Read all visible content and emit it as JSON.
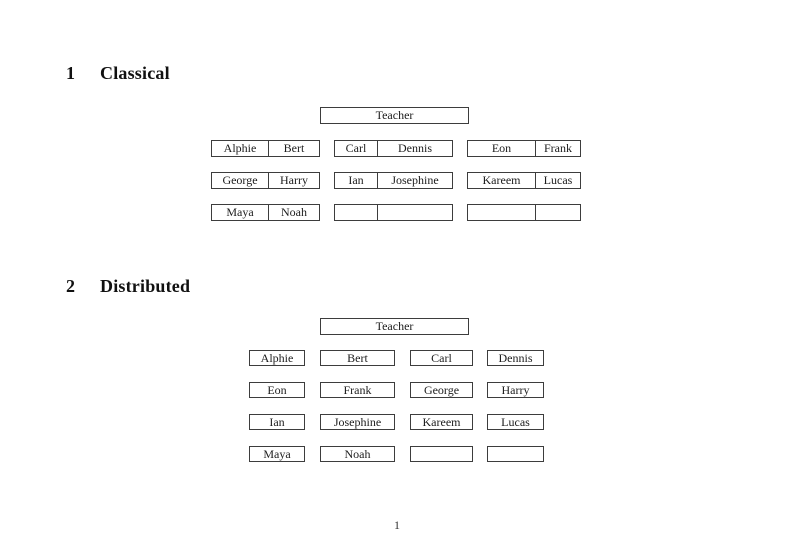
{
  "page": {
    "footer_page_number": "1"
  },
  "sections": {
    "classical": {
      "number": "1",
      "title": "Classical"
    },
    "distributed": {
      "number": "2",
      "title": "Distributed"
    }
  },
  "classical": {
    "teacher_label": "Teacher",
    "rows": [
      {
        "desks": [
          {
            "left": "Alphie",
            "right": "Bert"
          },
          {
            "left": "Carl",
            "right": "Dennis"
          },
          {
            "left": "Eon",
            "right": "Frank"
          }
        ]
      },
      {
        "desks": [
          {
            "left": "George",
            "right": "Harry"
          },
          {
            "left": "Ian",
            "right": "Josephine"
          },
          {
            "left": "Kareem",
            "right": "Lucas"
          }
        ]
      },
      {
        "desks": [
          {
            "left": "Maya",
            "right": "Noah"
          },
          {
            "left": "",
            "right": ""
          },
          {
            "left": "",
            "right": ""
          }
        ]
      }
    ]
  },
  "distributed": {
    "teacher_label": "Teacher",
    "rows": [
      {
        "seats": [
          "Alphie",
          "Bert",
          "Carl",
          "Dennis"
        ]
      },
      {
        "seats": [
          "Eon",
          "Frank",
          "George",
          "Harry"
        ]
      },
      {
        "seats": [
          "Ian",
          "Josephine",
          "Kareem",
          "Lucas"
        ]
      },
      {
        "seats": [
          "Maya",
          "Noah",
          "",
          ""
        ]
      }
    ]
  }
}
